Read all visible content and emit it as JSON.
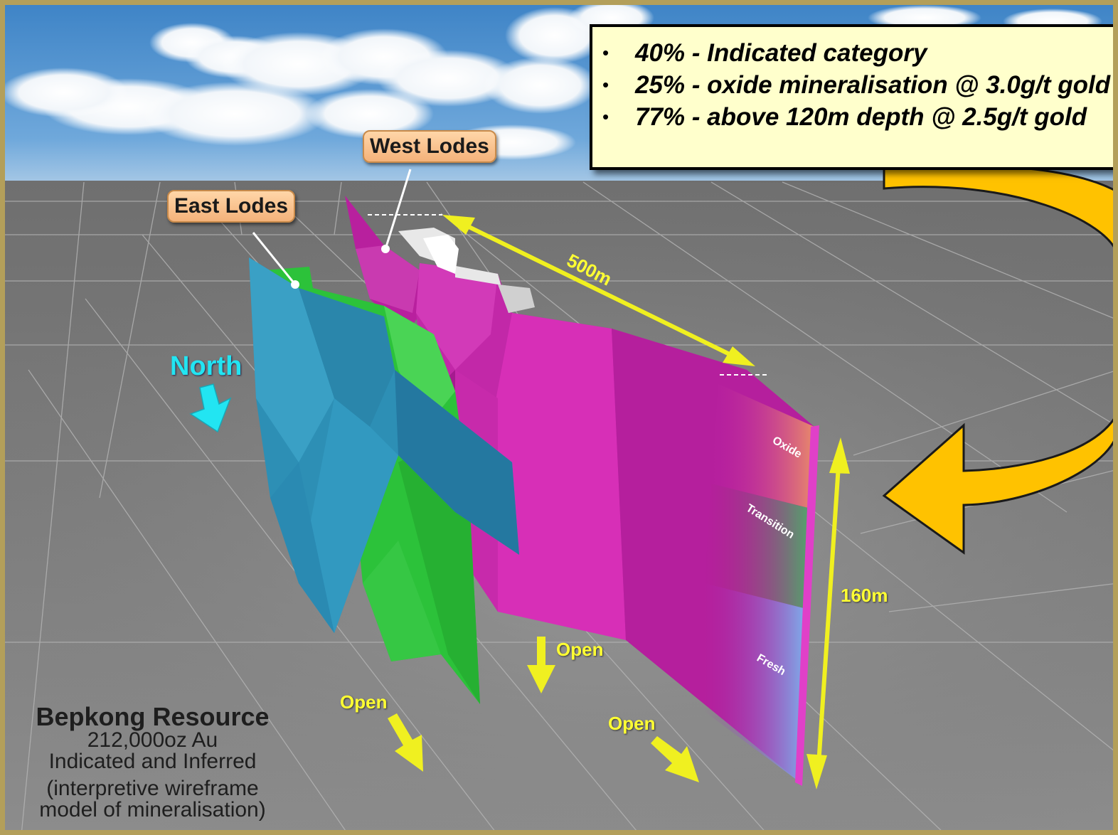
{
  "info_box": {
    "bullets": [
      "40% - Indicated category",
      "25% - oxide mineralisation @ 3.0g/t gold",
      "77% - above 120m depth @ 2.5g/t gold"
    ]
  },
  "labels": {
    "west_lodes": "West Lodes",
    "east_lodes": "East Lodes",
    "north": "North",
    "length": "500m",
    "depth": "160m",
    "open": "Open",
    "oxide": "Oxide",
    "transition": "Transition",
    "fresh": "Fresh"
  },
  "resource": {
    "title": "Bepkong Resource",
    "amount": "212,000oz Au",
    "category": "Indicated and Inferred",
    "note_line1": "(interpretive wireframe",
    "note_line2": "model of mineralisation)"
  },
  "colors": {
    "frame": "#b39f5a",
    "info_box_bg": "#ffffcc",
    "west_lode": "#c026a8",
    "east_lode_blue": "#2a8fb8",
    "east_lode_green": "#2fc43c",
    "arrow_yellow": "#f0f020",
    "big_arrow": "#ffc200",
    "north_arrow": "#22e5f2"
  },
  "icons": [
    "north-arrow-icon",
    "curved-arrow-icon",
    "open-arrow-icon"
  ]
}
